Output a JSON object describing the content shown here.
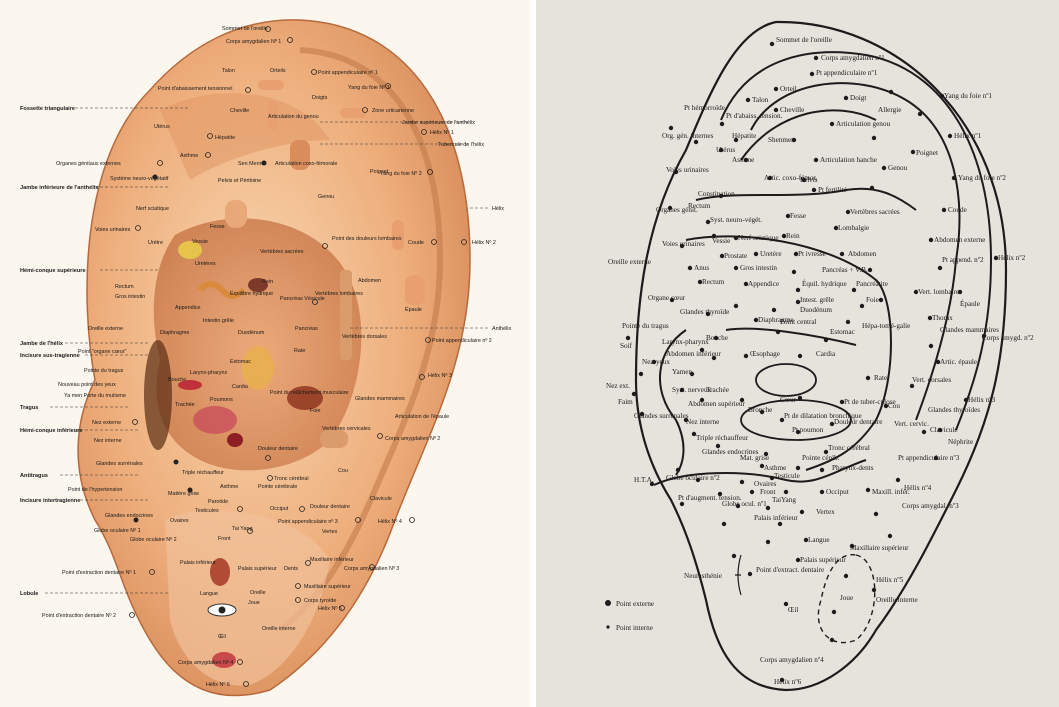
{
  "left_labels": [
    {
      "id": "sommet",
      "text": "Sommet de l'oreille"
    },
    {
      "id": "corps1",
      "text": "Corps amygdalien Nº 1"
    },
    {
      "id": "abaissement",
      "text": "Point d'abaissement tensionnel"
    },
    {
      "id": "talon",
      "text": "Talon"
    },
    {
      "id": "orteils",
      "text": "Orteils"
    },
    {
      "id": "appendic1",
      "text": "Point appendiculaire nº 1"
    },
    {
      "id": "yangfoie1",
      "text": "Yang du foie Nº 1"
    },
    {
      "id": "doigts",
      "text": "Doigts"
    },
    {
      "id": "urticarienne",
      "text": "Zone urticarienne"
    },
    {
      "id": "fossette",
      "text": "Fossette triangulaire"
    },
    {
      "id": "jambesup",
      "text": "Jambe supérieure de l'anthélix"
    },
    {
      "id": "uterus",
      "text": "Utérus"
    },
    {
      "id": "cheville",
      "text": "Cheville"
    },
    {
      "id": "genou",
      "text": "Articulation du genou"
    },
    {
      "id": "helix1",
      "text": "Hélix Nº 1"
    },
    {
      "id": "hepatite",
      "text": "Hépatite"
    },
    {
      "id": "tubercule",
      "text": "Tubercule de l'hélix"
    },
    {
      "id": "asthme",
      "text": "Asthme"
    },
    {
      "id": "shenmen",
      "text": "Sen Menn"
    },
    {
      "id": "hanche",
      "text": "Articulation coxo-fémorale"
    },
    {
      "id": "organesgen",
      "text": "Organes génitaux externes"
    },
    {
      "id": "systeme",
      "text": "Système neuro-végétatif"
    },
    {
      "id": "pelvis",
      "text": "Pelvis et Péritoine"
    },
    {
      "id": "poignet",
      "text": "Poignet"
    },
    {
      "id": "yangfoie2",
      "text": "Yang du foie Nº 2"
    },
    {
      "id": "jambeinf",
      "text": "Jambe inférieure de l'anthélix"
    },
    {
      "id": "nerfsci",
      "text": "Nerf sciatique"
    },
    {
      "id": "genoux",
      "text": "Genou"
    },
    {
      "id": "helixlabel",
      "text": "Hélix"
    },
    {
      "id": "voiesur",
      "text": "Voies urinaires"
    },
    {
      "id": "fesse",
      "text": "Fesse"
    },
    {
      "id": "vertsac",
      "text": "Vertèbres sacrées"
    },
    {
      "id": "doulomb",
      "text": "Point des douleurs lombaires"
    },
    {
      "id": "coude",
      "text": "Coude"
    },
    {
      "id": "helix2",
      "text": "Hélix Nº 2"
    },
    {
      "id": "uretre",
      "text": "Urètre"
    },
    {
      "id": "vessie",
      "text": "Vessie"
    },
    {
      "id": "hemisup",
      "text": "Hémi-conque supérieure"
    },
    {
      "id": "ureteres",
      "text": "Uretères"
    },
    {
      "id": "rein",
      "text": "Rein"
    },
    {
      "id": "abdomen",
      "text": "Abdomen"
    },
    {
      "id": "rectum",
      "text": "Rectum"
    },
    {
      "id": "equilibre",
      "text": "Équilibre hydrique"
    },
    {
      "id": "gros",
      "text": "Gros intestin"
    },
    {
      "id": "vesicule",
      "text": "Pancréas Vésicule"
    },
    {
      "id": "vertlomb",
      "text": "Vertèbres lombaires"
    },
    {
      "id": "epaule",
      "text": "Épaule"
    },
    {
      "id": "appendice",
      "text": "Appendice"
    },
    {
      "id": "intgrele",
      "text": "Intestin grêle"
    },
    {
      "id": "oreilleext",
      "text": "Oreille externe"
    },
    {
      "id": "diaphragme",
      "text": "Diaphragme"
    },
    {
      "id": "duodenum",
      "text": "Duodénum"
    },
    {
      "id": "pancreas",
      "text": "Pancréas"
    },
    {
      "id": "anthelix",
      "text": "Anthélix"
    },
    {
      "id": "jambehelix",
      "text": "Jambe de l'hélix"
    },
    {
      "id": "vertdors",
      "text": "Vertèbres dorsales"
    },
    {
      "id": "appendic2",
      "text": "Point appendiculaire nº 2"
    },
    {
      "id": "coeur",
      "text": "Point \"organe cœur\""
    },
    {
      "id": "estomac",
      "text": "Estomac"
    },
    {
      "id": "rate",
      "text": "Rate"
    },
    {
      "id": "incisure",
      "text": "Incisure sus-tragienne"
    },
    {
      "id": "pointtragus",
      "text": "Pointe du tragus"
    },
    {
      "id": "larynx",
      "text": "Larynx-pharynx"
    },
    {
      "id": "helix3",
      "text": "Hélix Nº 3"
    },
    {
      "id": "bouche",
      "text": "Bouche"
    },
    {
      "id": "cardia",
      "text": "Cardia"
    },
    {
      "id": "nouveau",
      "text": "Nouveau point des yeux"
    },
    {
      "id": "yamen",
      "text": "Ya men Porte du mutisme"
    },
    {
      "id": "relachement",
      "text": "Point du relâchement musculaire"
    },
    {
      "id": "poumons",
      "text": "Poumons"
    },
    {
      "id": "tragus",
      "text": "Tragus"
    },
    {
      "id": "trachee",
      "text": "Trachée"
    },
    {
      "id": "foie",
      "text": "Foie"
    },
    {
      "id": "glandesmam",
      "text": "Glandes mammaires"
    },
    {
      "id": "artepaule",
      "text": "Articulation de l'épaule"
    },
    {
      "id": "nezext",
      "text": "Nez externe"
    },
    {
      "id": "hemiinf",
      "text": "Hémi-conque inférieure"
    },
    {
      "id": "nezint",
      "text": "Nez interne"
    },
    {
      "id": "vertcerv",
      "text": "Vertèbres cervicales"
    },
    {
      "id": "corps2",
      "text": "Corps amygdalien Nº 2"
    },
    {
      "id": "douldent",
      "text": "Douleur dentaire"
    },
    {
      "id": "glandessurr",
      "text": "Glandes surrénales"
    },
    {
      "id": "cou",
      "text": "Cou"
    },
    {
      "id": "triple",
      "text": "Triple réchauffeur"
    },
    {
      "id": "troncc",
      "text": "Tronc cérébral"
    },
    {
      "id": "antitragus",
      "text": "Antitragus"
    },
    {
      "id": "hypertension",
      "text": "Point de l'hypertension"
    },
    {
      "id": "asthme2",
      "text": "Asthme"
    },
    {
      "id": "pointcer",
      "text": "Pointe cérébrale"
    },
    {
      "id": "clavicule",
      "text": "Clavicule"
    },
    {
      "id": "matgrise",
      "text": "Matière grise"
    },
    {
      "id": "parotide",
      "text": "Parotide"
    },
    {
      "id": "incisureinter",
      "text": "Incisure intertragienne"
    },
    {
      "id": "testicules",
      "text": "Testicules"
    },
    {
      "id": "occiput",
      "text": "Occiput"
    },
    {
      "id": "douldent2",
      "text": "Douleur dentaire"
    },
    {
      "id": "endocrines",
      "text": "Glandes endocrines"
    },
    {
      "id": "ovaires",
      "text": "Ovaires"
    },
    {
      "id": "appendic3",
      "text": "Point appendiculaire nº 3"
    },
    {
      "id": "helix4",
      "text": "Hélix Nº 4"
    },
    {
      "id": "vertex",
      "text": "Vertex"
    },
    {
      "id": "taiyang",
      "text": "Tai Yang"
    },
    {
      "id": "globe1",
      "text": "Globe oculaire Nº 1"
    },
    {
      "id": "front",
      "text": "Front"
    },
    {
      "id": "globe2",
      "text": "Globe oculaire Nº 2"
    },
    {
      "id": "maxinf",
      "text": "Maxillaire inférieur"
    },
    {
      "id": "palaisinf",
      "text": "Palais inférieur"
    },
    {
      "id": "palaissup",
      "text": "Palais supérieur"
    },
    {
      "id": "dents",
      "text": "Dents"
    },
    {
      "id": "extr1",
      "text": "Point d'extraction dentaire Nº 1"
    },
    {
      "id": "corps3",
      "text": "Corps amygdalien Nº 3"
    },
    {
      "id": "langue",
      "text": "Langue"
    },
    {
      "id": "oreille",
      "text": "Oreille"
    },
    {
      "id": "maxsup",
      "text": "Maxillaire supérieur"
    },
    {
      "id": "lobule",
      "text": "Lobule"
    },
    {
      "id": "joue",
      "text": "Joue"
    },
    {
      "id": "corpsthy",
      "text": "Corps tyroïde"
    },
    {
      "id": "helix5",
      "text": "Hélix Nº 5"
    },
    {
      "id": "extr2",
      "text": "Point d'extraction dentaire Nº 2"
    },
    {
      "id": "oeil",
      "text": "Œil"
    },
    {
      "id": "oreilleint",
      "text": "Oreille interne"
    },
    {
      "id": "corps4",
      "text": "Corps amygdalien Nº 4"
    },
    {
      "id": "helix6",
      "text": "Hélix Nº 6"
    }
  ],
  "right_labels": [
    {
      "id": "r_sommet",
      "text": "Sommet de l'oreille"
    },
    {
      "id": "r_corps1",
      "text": "Corps amygdalien nº1"
    },
    {
      "id": "r_appendic1",
      "text": "Pt appendiculaire nº1"
    },
    {
      "id": "r_orteil",
      "text": "Orteil"
    },
    {
      "id": "r_talon",
      "text": "Talon"
    },
    {
      "id": "r_doigt",
      "text": "Doigt"
    },
    {
      "id": "r_yang1",
      "text": "Yang du foie nº1"
    },
    {
      "id": "r_hemorroide",
      "text": "Pt hémorroïde"
    },
    {
      "id": "r_abaiss",
      "text": "Pt d'abaiss. tension."
    },
    {
      "id": "r_cheville",
      "text": "Cheville"
    },
    {
      "id": "r_allergie",
      "text": "Allergie"
    },
    {
      "id": "r_orggen",
      "text": "Org. gén. internes"
    },
    {
      "id": "r_hepatite",
      "text": "Hépatite"
    },
    {
      "id": "r_shenmen",
      "text": "Shenmen"
    },
    {
      "id": "r_genou",
      "text": "Articulation genou"
    },
    {
      "id": "r_helix1",
      "text": "Hélix nº1"
    },
    {
      "id": "r_uterus",
      "text": "Utérus"
    },
    {
      "id": "r_asthme",
      "text": "Asthme"
    },
    {
      "id": "r_hanche",
      "text": "Articulation hanche"
    },
    {
      "id": "r_poignet",
      "text": "Poignet"
    },
    {
      "id": "r_voiesur",
      "text": "Voies urinaires"
    },
    {
      "id": "r_artic",
      "text": "Artic. coxo-fémor."
    },
    {
      "id": "r_pelvis",
      "text": "Pelvis"
    },
    {
      "id": "r_genou2",
      "text": "Genou"
    },
    {
      "id": "r_yang2",
      "text": "Yang du foie nº2"
    },
    {
      "id": "r_constipation",
      "text": "Constipation"
    },
    {
      "id": "r_fertilite",
      "text": "Pt fertilité"
    },
    {
      "id": "r_rectum",
      "text": "Rectum"
    },
    {
      "id": "r_organes",
      "text": "Organes génit."
    },
    {
      "id": "r_syst",
      "text": "Syst. neuro-végét."
    },
    {
      "id": "r_fesse",
      "text": "Fesse"
    },
    {
      "id": "r_vertsac",
      "text": "Vertèbres sacrées"
    },
    {
      "id": "r_coude",
      "text": "Coude"
    },
    {
      "id": "r_nerf",
      "text": "Nerf sciatique"
    },
    {
      "id": "r_lombalgie",
      "text": "Lombalgie"
    },
    {
      "id": "r_voiesur2",
      "text": "Voies urinaires"
    },
    {
      "id": "r_vessie",
      "text": "Vessie"
    },
    {
      "id": "r_rein",
      "text": "Rein"
    },
    {
      "id": "r_abdomen",
      "text": "Abdomen"
    },
    {
      "id": "r_abdext",
      "text": "Abdomen externe"
    },
    {
      "id": "r_helix2",
      "text": "Hélix nº2"
    },
    {
      "id": "r_oreilleext",
      "text": "Oreille externe"
    },
    {
      "id": "r_prostate",
      "text": "Prostate"
    },
    {
      "id": "r_uretere",
      "text": "Uretère"
    },
    {
      "id": "r_ivresse",
      "text": "Pt ivresse"
    },
    {
      "id": "r_anus",
      "text": "Anus"
    },
    {
      "id": "r_gros",
      "text": "Gros intestin"
    },
    {
      "id": "r_pancreas",
      "text": "Pancréas + V.B."
    },
    {
      "id": "r_append2",
      "text": "Pt append. nº2"
    },
    {
      "id": "r_rectum2",
      "text": "Rectum"
    },
    {
      "id": "r_appendice",
      "text": "Appendice"
    },
    {
      "id": "r_equil",
      "text": "Équil. hydrique"
    },
    {
      "id": "r_pancreatite",
      "text": "Pancréatite"
    },
    {
      "id": "r_vertlomb",
      "text": "Vert. lombaires"
    },
    {
      "id": "r_organecoeur",
      "text": "Organe cœur"
    },
    {
      "id": "r_intgrele",
      "text": "Intest. grêle"
    },
    {
      "id": "r_foie",
      "text": "Foie"
    },
    {
      "id": "r_epaule",
      "text": "Épaule"
    },
    {
      "id": "r_duodenum",
      "text": "Duodénum"
    },
    {
      "id": "r_thorax",
      "text": "Thorax"
    },
    {
      "id": "r_diaphragme",
      "text": "Diaphragme"
    },
    {
      "id": "r_glandes",
      "text": "Glandes thyroïde"
    },
    {
      "id": "r_central",
      "text": "Point central"
    },
    {
      "id": "r_glandesmam",
      "text": "Glandes mammaires"
    },
    {
      "id": "r_corpsamyg2",
      "text": "Corps amygd. nº2"
    },
    {
      "id": "r_pointetragus",
      "text": "Pointe du tragus"
    },
    {
      "id": "r_estomac",
      "text": "Estomac"
    },
    {
      "id": "r_hepa",
      "text": "Hépa-tomé-galie"
    },
    {
      "id": "r_soif",
      "text": "Soif"
    },
    {
      "id": "r_bouche",
      "text": "Bouche"
    },
    {
      "id": "r_abdinf",
      "text": "Abdomen inférieur"
    },
    {
      "id": "r_oesophage",
      "text": "Œsophage"
    },
    {
      "id": "r_cardia",
      "text": "Cardia"
    },
    {
      "id": "r_artic2",
      "text": "Artic. épaule"
    },
    {
      "id": "r_larynx",
      "text": "Larynx-pharynx"
    },
    {
      "id": "r_nezyeux",
      "text": "Nez-yeux"
    },
    {
      "id": "r_yamen",
      "text": "Yamen"
    },
    {
      "id": "r_nezext",
      "text": "Nez ext."
    },
    {
      "id": "r_syst2",
      "text": "Syst. nerveux"
    },
    {
      "id": "r_rate",
      "text": "Rate"
    },
    {
      "id": "r_vertdors",
      "text": "Vert. dorsales"
    },
    {
      "id": "r_helix3",
      "text": "Hélix nº3"
    },
    {
      "id": "r_trachee",
      "text": "Trachée"
    },
    {
      "id": "r_coeur",
      "text": "Cœur"
    },
    {
      "id": "r_tuberculose",
      "text": "Pt de tuber-culose"
    },
    {
      "id": "r_faim",
      "text": "Faim"
    },
    {
      "id": "r_abdsup",
      "text": "Abdomen supérieur"
    },
    {
      "id": "r_bronche",
      "text": "Bronche"
    },
    {
      "id": "r_dilatation",
      "text": "Pt de dilatation bronchique"
    },
    {
      "id": "r_cou",
      "text": "Cou"
    },
    {
      "id": "r_glandes2",
      "text": "Glandes thyroïdes"
    },
    {
      "id": "r_glandessurr",
      "text": "Glandes surrénales"
    },
    {
      "id": "r_nezint",
      "text": "Nez interne"
    },
    {
      "id": "r_poumon",
      "text": "Pt poumon"
    },
    {
      "id": "r_douleur",
      "text": "Douleur dentaire"
    },
    {
      "id": "r_vertcerv",
      "text": "Vert. cervic."
    },
    {
      "id": "r_clavicule",
      "text": "Clavicule"
    },
    {
      "id": "r_triple",
      "text": "Triple réchauffeur"
    },
    {
      "id": "r_nephrite",
      "text": "Néphrite"
    },
    {
      "id": "r_glandesendo",
      "text": "Glandes endocrines"
    },
    {
      "id": "r_tronc",
      "text": "Tronc cérébral"
    },
    {
      "id": "r_pointecer",
      "text": "Pointe céréb."
    },
    {
      "id": "r_appendic3",
      "text": "Pt appendiculaire nº3"
    },
    {
      "id": "r_hta",
      "text": "H.T.A."
    },
    {
      "id": "r_matgrise",
      "text": "Mat. grise"
    },
    {
      "id": "r_asthme2",
      "text": "Asthme"
    },
    {
      "id": "r_pharynx",
      "text": "Pharynx-dents"
    },
    {
      "id": "r_testicule",
      "text": "Testicule"
    },
    {
      "id": "r_ovaires",
      "text": "Ovaires"
    },
    {
      "id": "r_globe2",
      "text": "Globe oculaire nº2"
    },
    {
      "id": "r_helix4",
      "text": "Hélix nº4"
    },
    {
      "id": "r_front",
      "text": "Front"
    },
    {
      "id": "r_occiput",
      "text": "Occiput"
    },
    {
      "id": "r_maxinf",
      "text": "Maxill. infér."
    },
    {
      "id": "r_augment",
      "text": "Pt d'augment. tension."
    },
    {
      "id": "r_globe1",
      "text": "Globe ocul. nº1"
    },
    {
      "id": "r_taiyang",
      "text": "TaiYang"
    },
    {
      "id": "r_corps3",
      "text": "Corps amygdal. nº3"
    },
    {
      "id": "r_vertex",
      "text": "Vertex"
    },
    {
      "id": "r_palaisinf",
      "text": "Palais inférieur"
    },
    {
      "id": "r_langue",
      "text": "Langue"
    },
    {
      "id": "r_maxsup",
      "text": "Maxillaire supérieur"
    },
    {
      "id": "r_palaissup",
      "text": "Palais supérieur"
    },
    {
      "id": "r_neurasthenie",
      "text": "Neurasthénie"
    },
    {
      "id": "r_extract",
      "text": "Point d'extract. dentaire"
    },
    {
      "id": "r_joue",
      "text": "Joue"
    },
    {
      "id": "r_helix5",
      "text": "Hélix nº5"
    },
    {
      "id": "r_oeil",
      "text": "Œil"
    },
    {
      "id": "r_oreilleint",
      "text": "Oreille interne"
    },
    {
      "id": "r_corps4",
      "text": "Corps amygdalien nº4"
    },
    {
      "id": "r_helix6",
      "text": "Hélix nº6"
    }
  ],
  "legend": {
    "external": "Point externe",
    "internal": "Point interne"
  },
  "colors": {
    "skin_light": "#f4c79a",
    "skin_mid": "#e8a36e",
    "skin_dark": "#c97a4a",
    "paper": "#e6e2dc",
    "ink": "#1c1c1c"
  }
}
